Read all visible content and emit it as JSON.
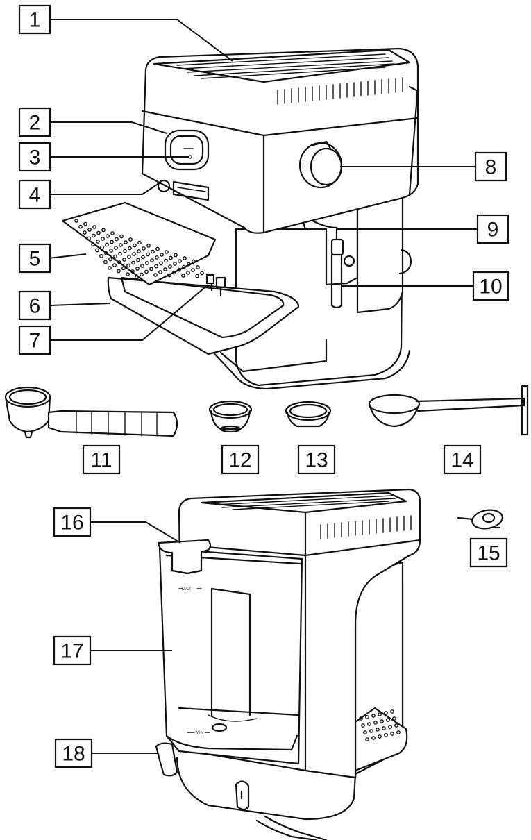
{
  "callouts": [
    {
      "id": "1",
      "label": "1"
    },
    {
      "id": "2",
      "label": "2"
    },
    {
      "id": "3",
      "label": "3"
    },
    {
      "id": "4",
      "label": "4"
    },
    {
      "id": "5",
      "label": "5"
    },
    {
      "id": "6",
      "label": "6"
    },
    {
      "id": "7",
      "label": "7"
    },
    {
      "id": "8",
      "label": "8"
    },
    {
      "id": "9",
      "label": "9"
    },
    {
      "id": "10",
      "label": "10"
    },
    {
      "id": "11",
      "label": "11"
    },
    {
      "id": "12",
      "label": "12"
    },
    {
      "id": "13",
      "label": "13"
    },
    {
      "id": "14",
      "label": "14"
    },
    {
      "id": "15",
      "label": "15"
    },
    {
      "id": "16",
      "label": "16"
    },
    {
      "id": "17",
      "label": "17"
    },
    {
      "id": "18",
      "label": "18"
    }
  ],
  "tank_marks": {
    "max": "MAX",
    "min": "MIN"
  }
}
